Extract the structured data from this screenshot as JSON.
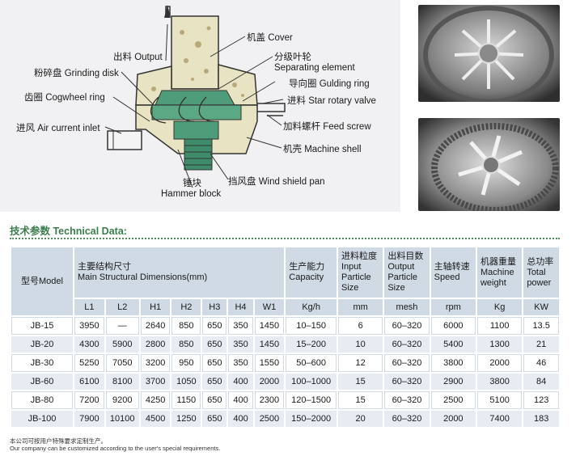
{
  "diagram": {
    "labels": {
      "output": "出料 Output",
      "cover": "机盖 Cover",
      "separating": "分级叶轮",
      "separating2": "Separating element",
      "grinding_disk": "粉碎盘 Grinding disk",
      "guiding_ring": "导向圈 Gulding ring",
      "cogwheel": "齿圈 Cogwheel ring",
      "star_valve": "进料 Star rotary valve",
      "air_inlet": "进风 Air current inlet",
      "feed_screw": "加料螺杆 Feed screw",
      "machine_shell": "机壳 Machine shell",
      "hammer_cn": "锤块",
      "hammer_en": "Hammer block",
      "wind_shield": "挡风盘 Wind shield pan"
    }
  },
  "section_title": "技术参数 Technical Data:",
  "table": {
    "header": {
      "model": "型号Model",
      "dimensions_cn": "主要结构尺寸",
      "dimensions_en": "Main Structural Dimensions(mm)",
      "capacity_cn": "生产能力",
      "capacity_en": "Capacity",
      "input_cn": "进料粒度",
      "input_en1": "Input",
      "input_en2": "Particle",
      "input_en3": "Size",
      "output_cn": "出料目数",
      "output_en1": "Output",
      "output_en2": "Particle",
      "output_en3": "Size",
      "speed_cn": "主轴转速",
      "speed_en": "Speed",
      "weight_cn": "机器重量",
      "weight_en1": "Machine",
      "weight_en2": "weight",
      "power_cn": "总功率",
      "power_en1": "Total",
      "power_en2": "power"
    },
    "units": [
      "L1",
      "L2",
      "H1",
      "H2",
      "H3",
      "H4",
      "W1",
      "Kg/h",
      "mm",
      "mesh",
      "rpm",
      "Kg",
      "KW"
    ],
    "rows": [
      [
        "JB-15",
        "3950",
        "—",
        "2640",
        "850",
        "650",
        "350",
        "1450",
        "10–150",
        "6",
        "60–320",
        "6000",
        "1100",
        "13.5"
      ],
      [
        "JB-20",
        "4300",
        "5900",
        "2800",
        "850",
        "650",
        "350",
        "1450",
        "15–200",
        "10",
        "60–320",
        "5400",
        "1300",
        "21"
      ],
      [
        "JB-30",
        "5250",
        "7050",
        "3200",
        "950",
        "650",
        "350",
        "1550",
        "50–600",
        "12",
        "60–320",
        "3800",
        "2000",
        "46"
      ],
      [
        "JB-60",
        "6100",
        "8100",
        "3700",
        "1050",
        "650",
        "400",
        "2000",
        "100–1000",
        "15",
        "60–320",
        "2900",
        "3800",
        "84"
      ],
      [
        "JB-80",
        "7200",
        "9200",
        "4250",
        "1150",
        "650",
        "400",
        "2300",
        "120–1500",
        "15",
        "60–320",
        "2500",
        "5100",
        "123"
      ],
      [
        "JB-100",
        "7900",
        "10100",
        "4500",
        "1250",
        "650",
        "400",
        "2500",
        "150–2000",
        "20",
        "60–320",
        "2000",
        "7400",
        "183"
      ]
    ]
  },
  "notes": {
    "cn": "本公司可按用户特殊要求定制生产。",
    "en": "Our company can be customized according to the user's special requirements."
  }
}
